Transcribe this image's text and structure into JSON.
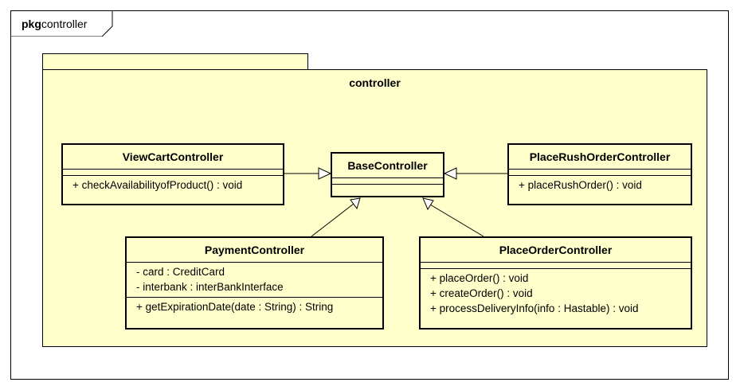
{
  "frame": {
    "keyword": "pkg",
    "name": "controller"
  },
  "package": {
    "name": "controller"
  },
  "classes": {
    "view_cart": {
      "name": "ViewCartController",
      "attributes": [],
      "operations": [
        "+ checkAvailabilityofProduct() : void"
      ]
    },
    "base": {
      "name": "BaseController",
      "attributes": [],
      "operations": []
    },
    "place_rush": {
      "name": "PlaceRushOrderController",
      "attributes": [],
      "operations": [
        "+ placeRushOrder() : void"
      ]
    },
    "payment": {
      "name": "PaymentController",
      "attributes": [
        "- card : CreditCard",
        "- interbank : interBankInterface"
      ],
      "operations": [
        "+ getExpirationDate(date : String) : String"
      ]
    },
    "place_order": {
      "name": "PlaceOrderController",
      "attributes": [],
      "operations": [
        "+ placeOrder() : void",
        "+ createOrder() : void",
        "+ processDeliveryInfo(info : Hastable) : void"
      ]
    }
  },
  "colors": {
    "fill": "#ffffcc",
    "stroke": "#000000",
    "background": "#ffffff"
  }
}
